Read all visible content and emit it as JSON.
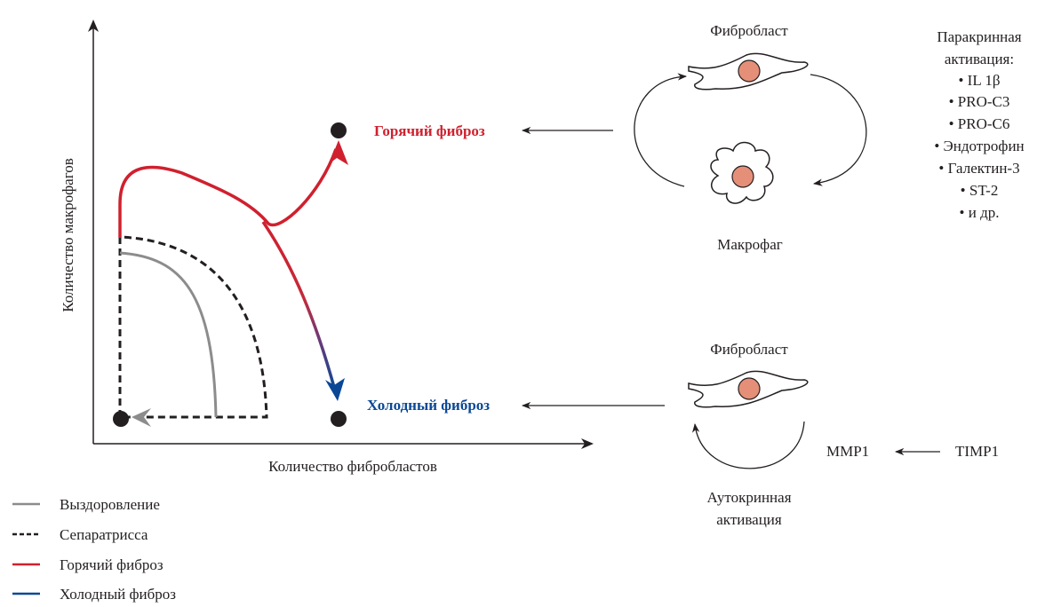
{
  "axes": {
    "x_label": "Количество фибробластов",
    "y_label": "Количество макрофагов"
  },
  "states": {
    "hot": "Горячий фиброз",
    "cold": "Холодный фиброз"
  },
  "paracrine": {
    "fibroblast": "Фибробласт",
    "macrophage": "Макрофаг",
    "title_line1": "Паракринная",
    "title_line2": "активация:",
    "items": [
      "• IL 1β",
      "• PRO-C3",
      "• PRO-C6",
      "• Эндотрофин",
      "• Галектин-3",
      "• ST-2",
      "• и др."
    ]
  },
  "autocrine": {
    "fibroblast": "Фибробласт",
    "title_line1": "Аутокринная",
    "title_line2": "активация",
    "mmp": "MMP1",
    "timp": "TIMP1"
  },
  "legend": [
    {
      "label": "Выздоровление",
      "color": "#8c8c8c",
      "style": "solid"
    },
    {
      "label": "Сепаратрисса",
      "color": "#231f20",
      "style": "dashed"
    },
    {
      "label": "Горячий фиброз",
      "color": "#d0202e",
      "style": "solid"
    },
    {
      "label": "Холодный фиброз",
      "color": "#0a4896",
      "style": "solid"
    }
  ],
  "colors": {
    "hot": "#d0202e",
    "cold": "#0a4896",
    "recovery": "#8c8c8c",
    "nucleus": "#e58f78"
  }
}
